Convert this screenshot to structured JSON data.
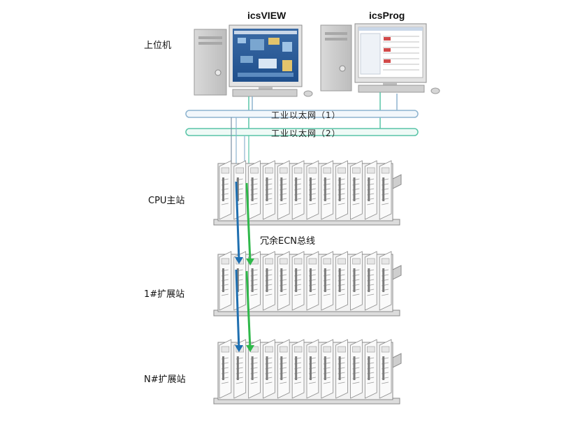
{
  "software": {
    "view_label": "icsVIEW",
    "prog_label": "icsProg"
  },
  "tiers": {
    "host": "上位机",
    "cpu_station": "CPU主站",
    "expansion_1": "1#扩展站",
    "expansion_n": "N#扩展站"
  },
  "networks": {
    "ethernet_1": "工业以太网（1）",
    "ethernet_2": "工业以太网（2）"
  },
  "bus": {
    "redundant_ecn": "冗余ECN总线"
  },
  "colors": {
    "ethernet_1": "#8db3cf",
    "ethernet_2": "#58c4a7",
    "ecn_blue": "#1f6fb0",
    "ecn_green": "#2fb84a",
    "rack": "#f2f2f2",
    "rack_line": "#8a8a8a"
  }
}
